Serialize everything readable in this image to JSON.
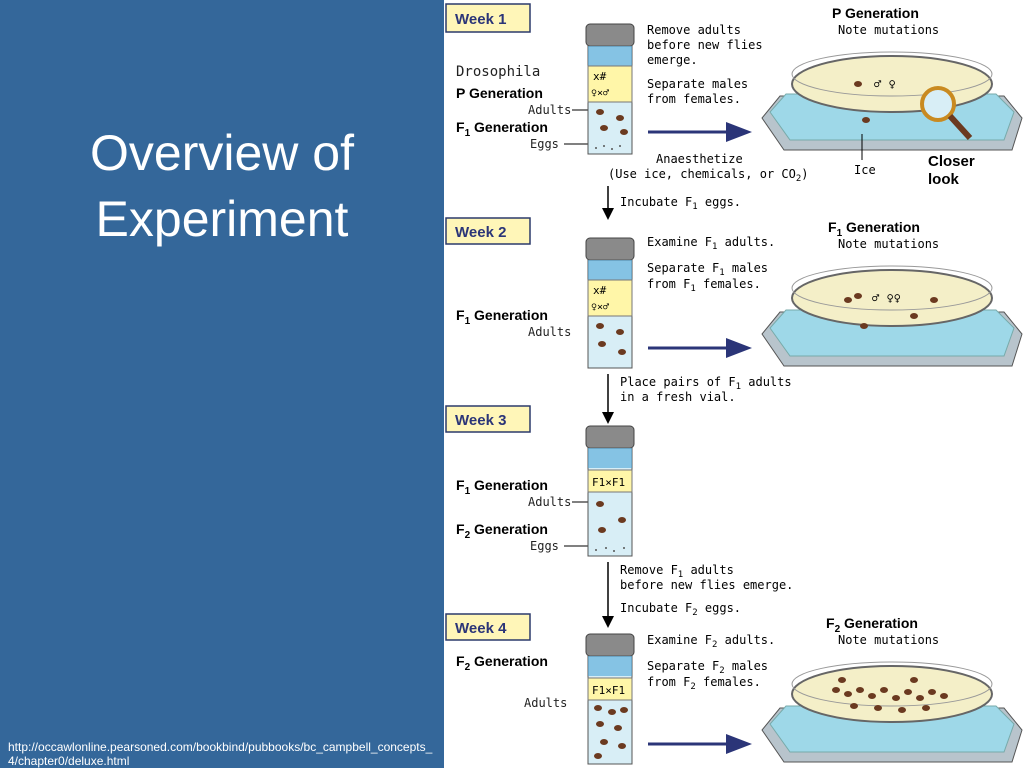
{
  "slide": {
    "title_line1": "Overview of",
    "title_line2": "Experiment",
    "source_url": "http://occawlonline.pearsoned.com/bookbind/pubbooks/bc_campbell_concepts_4/chapter0/deluxe.html"
  },
  "figure": {
    "weeks": [
      "Week 1",
      "Week 2",
      "Week 3",
      "Week 4"
    ],
    "drosophila": "Drosophila",
    "week1": {
      "label_p": "P Generation",
      "label_adults": "Adults",
      "label_f1": "F",
      "label_f1_sub": "1",
      "label_f1_rest": " Generation",
      "label_eggs": "Eggs",
      "note1": "Remove adults",
      "note2": "before new flies",
      "note3": "emerge.",
      "note4": "Separate males",
      "note5": "from females.",
      "anaes1": "Anaesthetize",
      "anaes2": "(Use ice, chemicals, or CO",
      "anaes2_sub": "2",
      "anaes2_end": ")",
      "dish_title": "P Generation",
      "dish_note": "Note mutations",
      "ice": "Ice",
      "closer1": "Closer",
      "closer2": "look",
      "incubate": "Incubate F",
      "incubate_sub": "1",
      "incubate_end": " eggs."
    },
    "week2": {
      "label": "Generation",
      "adults": "Adults",
      "examine": "Examine F",
      "examine_sub": "1",
      "examine_end": " adults.",
      "sep1": "Separate F",
      "sep1_sub": "1",
      "sep1_end": " males",
      "sep2": "from F",
      "sep2_sub": "1",
      "sep2_end": " females.",
      "dish_title": "Generation",
      "dish_note": "Note mutations",
      "place1": "Place pairs of F",
      "place1_sub": "1",
      "place1_end": " adults",
      "place2": "in a fresh vial."
    },
    "week3": {
      "label_f1": "Generation",
      "adults": "Adults",
      "label_f2": "Generation",
      "eggs": "Eggs",
      "remove1": "Remove F",
      "remove1_sub": "1",
      "remove1_end": " adults",
      "remove2": "before new flies emerge.",
      "incubate": "Incubate F",
      "incubate_sub": "2",
      "incubate_end": " eggs."
    },
    "week4": {
      "label": "Generation",
      "adults": "Adults",
      "examine": "Examine F",
      "examine_sub": "2",
      "examine_end": " adults.",
      "sep1": "Separate F",
      "sep1_sub": "2",
      "sep1_end": " males",
      "sep2": "from F",
      "sep2_sub": "2",
      "sep2_end": " females.",
      "dish_title": "Generation",
      "dish_note": "Note mutations"
    },
    "vial_cross": "x#",
    "vial_cross2": "♀×♂",
    "vial_f1xf1": "F1×F1"
  },
  "colors": {
    "background": "#34679a",
    "arrow": "#2b3578",
    "vial_glass": "#d8eef6",
    "cap": "#8a8a8a",
    "dish_tray": "#b8c4cc",
    "ice": "#9ed8e8",
    "agar": "#f4efc8",
    "fly": "#6b3a20"
  }
}
